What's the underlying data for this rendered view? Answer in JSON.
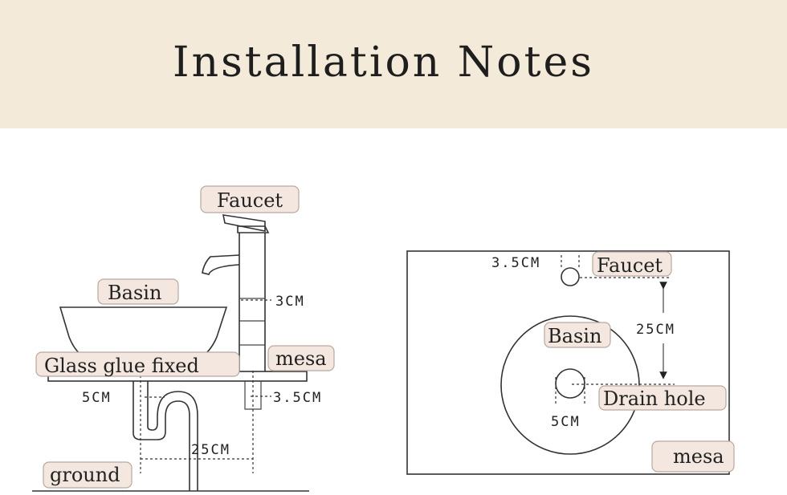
{
  "header": {
    "title": "Installation Notes"
  },
  "side_view": {
    "labels": {
      "faucet": "Faucet",
      "basin": "Basin",
      "glass_glue": "Glass glue fixed",
      "mesa": "mesa",
      "ground": "ground"
    },
    "dimensions": {
      "faucet_height": "3CM",
      "drain_width": "5CM",
      "hole_width": "3.5CM",
      "distance": "25CM"
    }
  },
  "top_view": {
    "labels": {
      "faucet": "Faucet",
      "basin": "Basin",
      "drain_hole": "Drain hole",
      "mesa": "mesa"
    },
    "dimensions": {
      "faucet_hole": "3.5CM",
      "distance": "25CM",
      "drain_hole": "5CM"
    }
  }
}
